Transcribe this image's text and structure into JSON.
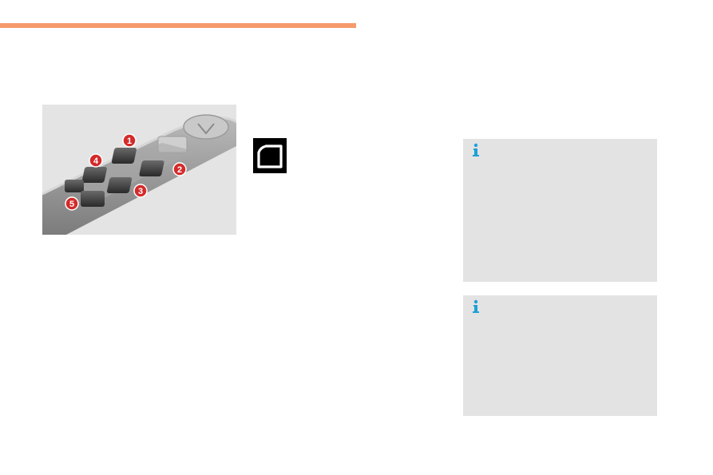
{
  "header": {
    "rule_color": "#f59a6a"
  },
  "illustration": {
    "callouts": [
      "1",
      "2",
      "3",
      "4",
      "5"
    ],
    "callout_color": "#d42a2a"
  },
  "sidebar_icon": {
    "name": "window-icon"
  },
  "info_boxes": [
    {
      "icon": "info-icon",
      "icon_color": "#1ea1d8"
    },
    {
      "icon": "info-icon",
      "icon_color": "#1ea1d8"
    }
  ]
}
